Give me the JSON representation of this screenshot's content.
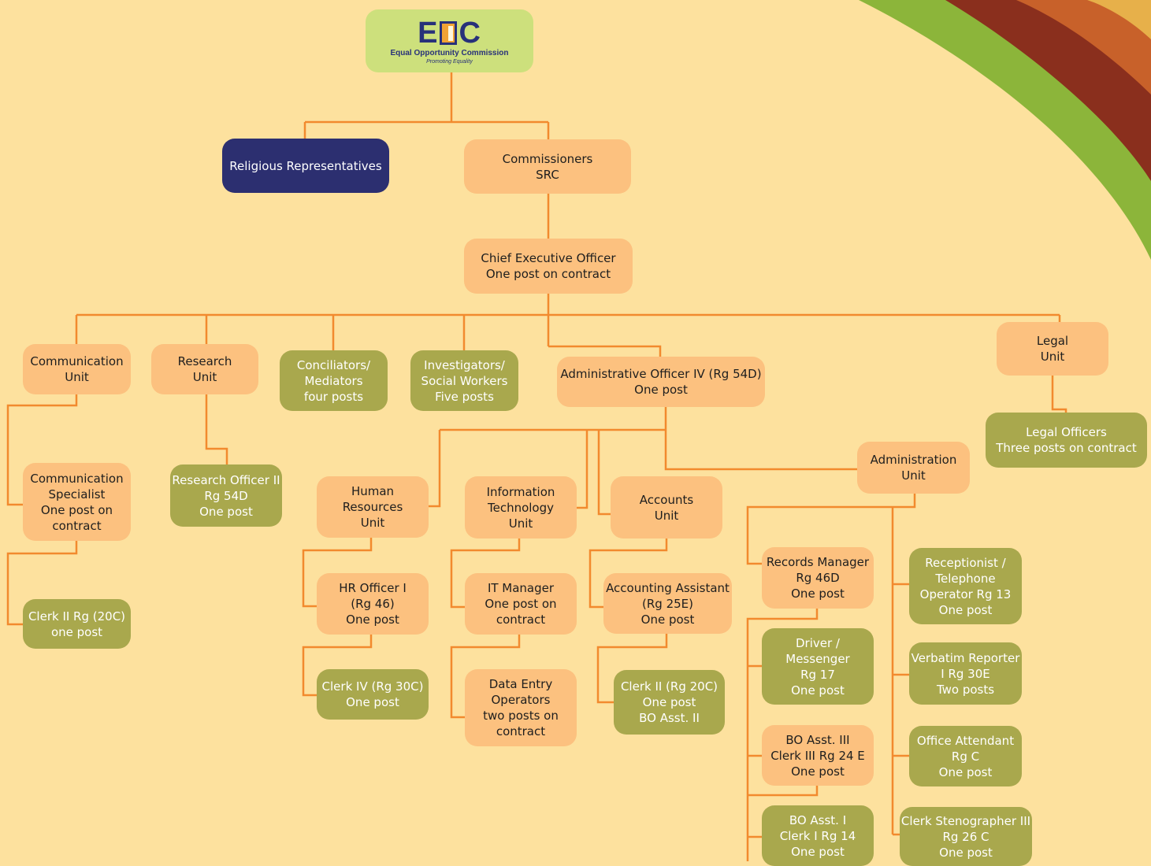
{
  "logo": {
    "mark_left": "E",
    "mark_right": "C",
    "name": "Equal Opportunity Commission",
    "tagline": "Promoting Equality"
  },
  "nodes": {
    "religious": "Religious Representatives",
    "commissioners": "Commissioners\nSRC",
    "ceo": "Chief Executive Officer\nOne post on contract",
    "communication_unit": "Communication\nUnit",
    "research_unit": "Research\nUnit",
    "conciliators": "Conciliators/\nMediators\nfour posts",
    "investigators": "Investigators/\nSocial Workers\nFive  posts",
    "admin_officer": "Administrative Officer IV (Rg 54D)\nOne post",
    "legal_unit": "Legal\nUnit",
    "legal_officers": "Legal Officers\nThree posts on contract",
    "comm_specialist": "Communication\nSpecialist\nOne post on\ncontract",
    "clerk2_comm": "Clerk II Rg (20C)\none post",
    "research_officer": "Research Officer II\nRg 54D\nOne post",
    "hr_unit": "Human\nResources\nUnit",
    "it_unit": "Information\nTechnology\nUnit",
    "accounts_unit": "Accounts\nUnit",
    "administration_unit": "Administration\nUnit",
    "hr_officer": "HR Officer I\n(Rg 46)\nOne post",
    "clerk4": "Clerk IV (Rg 30C)\nOne post",
    "it_manager": "IT Manager\nOne post on\ncontract",
    "data_entry": "Data Entry\nOperators\ntwo posts on\ncontract",
    "accounting_assistant": "Accounting Assistant\n(Rg 25E)\nOne post",
    "clerk2_accounts": "Clerk II (Rg 20C)\nOne post\nBO Asst. II",
    "records_manager": "Records Manager\nRg 46D\nOne post",
    "driver": "Driver /\nMessenger\nRg 17\nOne post",
    "bo_asst3": "BO Asst. III\nClerk III Rg 24 E\nOne post",
    "bo_asst1": "BO Asst. I\nClerk I Rg 14\nOne post",
    "receptionist": "Receptionist /\nTelephone\nOperator Rg 13\nOne post",
    "verbatim": "Verbatim Reporter\nI Rg 30E\nTwo posts",
    "office_attendant": "Office Attendant\nRg C\nOne post",
    "clerk_steno": "Clerk Stenographer III\nRg 26 C\nOne post"
  },
  "colors": {
    "background": "#fde19e",
    "connector": "#f28a2e",
    "orange_box": "#fcc17f",
    "olive_box": "#a9a84d",
    "navy_box": "#2c2f70",
    "logo_box": "#cde07c",
    "corner_green": "#8cb53a"
  }
}
